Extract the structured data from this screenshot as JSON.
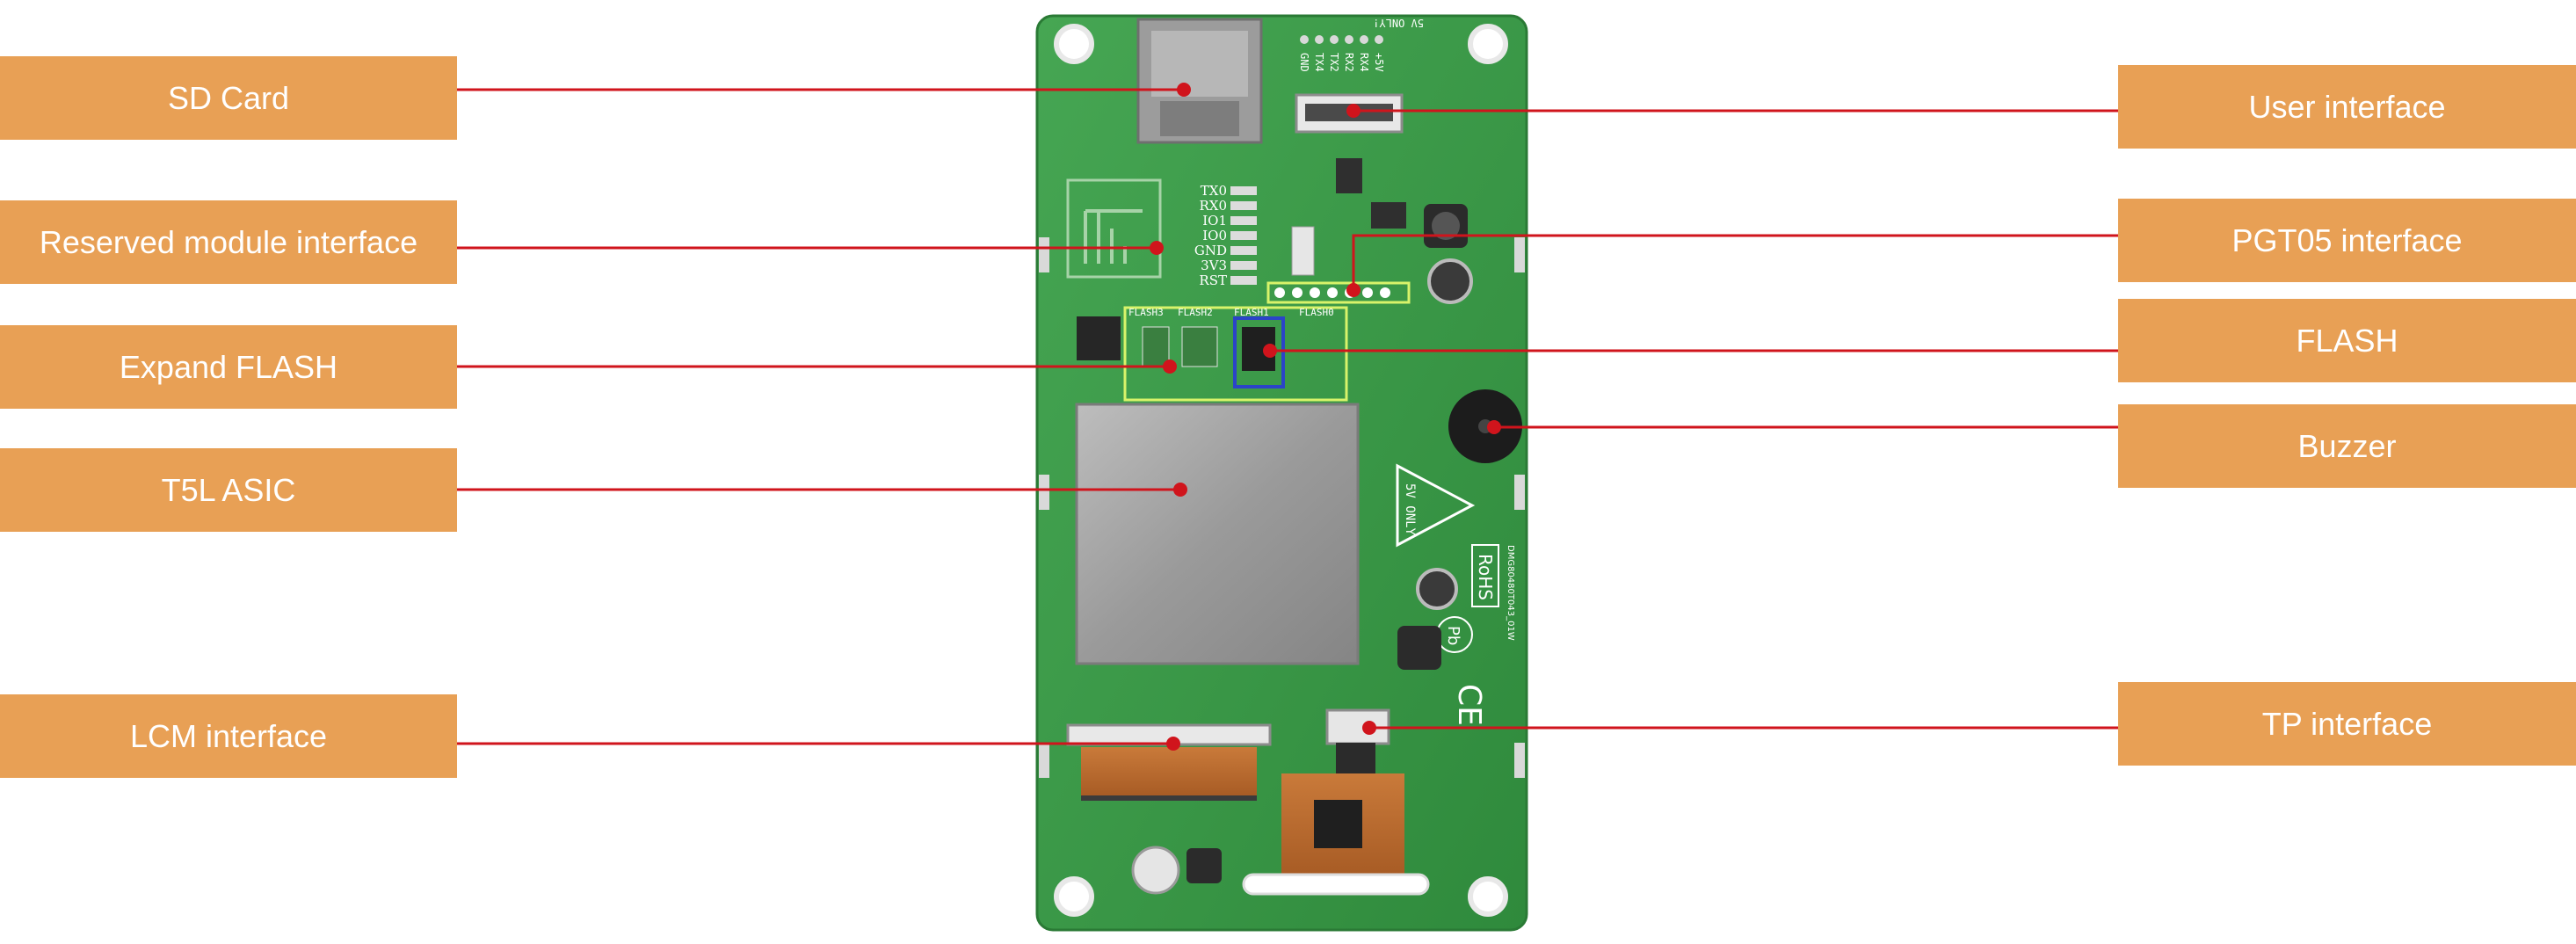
{
  "callouts": {
    "sd_card": "SD Card",
    "reserved_module": "Reserved module interface",
    "expand_flash": "Expand FLASH",
    "t5l_asic": "T5L ASIC",
    "lcm_interface": "LCM interface",
    "user_interface": "User interface",
    "pgt05_interface": "PGT05 interface",
    "flash": "FLASH",
    "buzzer": "Buzzer",
    "tp_interface": "TP interface"
  },
  "silkscreen": {
    "header_pins": [
      "GND",
      "TX4",
      "TX2",
      "RX2",
      "RX4",
      "+5V"
    ],
    "header_note": "5V ONLY!",
    "module_pins": [
      "TX0",
      "RX0",
      "IO1",
      "IO0",
      "GND",
      "3V3",
      "RST"
    ],
    "flash_labels": [
      "FLASH3",
      "FLASH2",
      "FLASH1",
      "FLASH0"
    ],
    "triangle_note": "5V ONLY",
    "rohs": "RoHS",
    "pb": "Pb",
    "ce": "CE",
    "part_number": "DMG80480T043_01W"
  },
  "colors": {
    "label_bg": "#e8a055",
    "label_text": "#ffffff",
    "leader_line": "#d0141c",
    "pcb": "#3d9a48"
  }
}
